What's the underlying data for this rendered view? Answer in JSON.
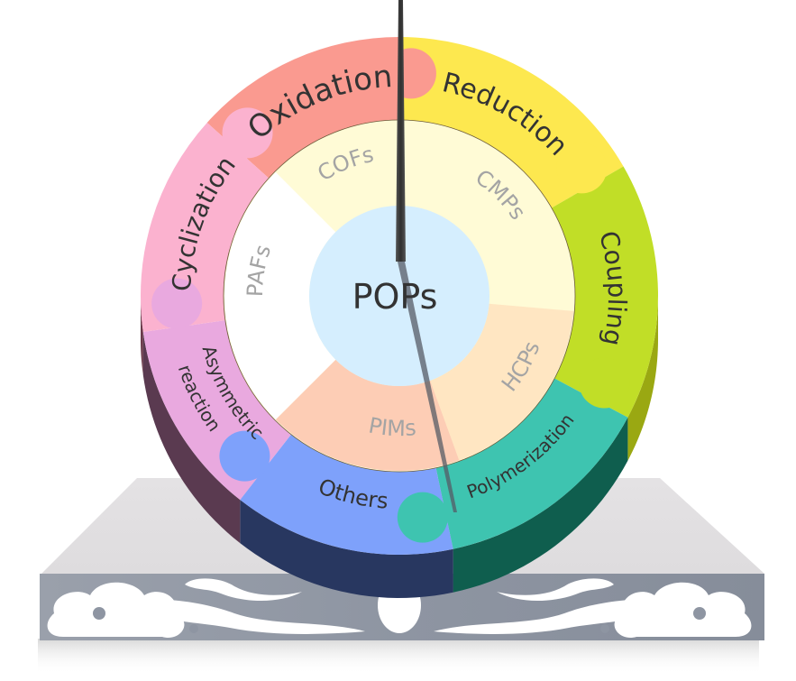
{
  "diagram": {
    "center_label": "POPs",
    "outer_ring": [
      {
        "label": "Oxidation",
        "color": "#fa9a90",
        "side": "#7a3a36"
      },
      {
        "label": "Reduction",
        "color": "#fde84f",
        "side": "#8a7d20"
      },
      {
        "label": "Coupling",
        "color": "#c1de27",
        "side": "#9aa812"
      },
      {
        "label": "Polymerization",
        "color": "#3ec4b0",
        "side": "#0f5e4e"
      },
      {
        "label": "Others",
        "color": "#7ea1fb",
        "side": "#283760"
      },
      {
        "label": "Asymmetric reaction",
        "color": "#e9a9df",
        "side": "#5a3a50"
      },
      {
        "label": "Cyclization",
        "color": "#fbb2cf",
        "side": "#6a3a4a"
      }
    ],
    "inner_ring": [
      {
        "label": "COFs",
        "color": "#fffbd6"
      },
      {
        "label": "CMPs",
        "color": "#fffbd6"
      },
      {
        "label": "HCPs",
        "color": "#ffe6c2"
      },
      {
        "label": "PIMs",
        "color": "#fdcdb5"
      },
      {
        "label": "PAFs",
        "color": "#ffffff"
      }
    ],
    "center_color": "#d5eefe",
    "text_color": "#333333",
    "inner_text_color": "#a4a4a4",
    "pedestal_color": "#8e95a2",
    "pedestal_top_color": "#e3e1e3"
  }
}
